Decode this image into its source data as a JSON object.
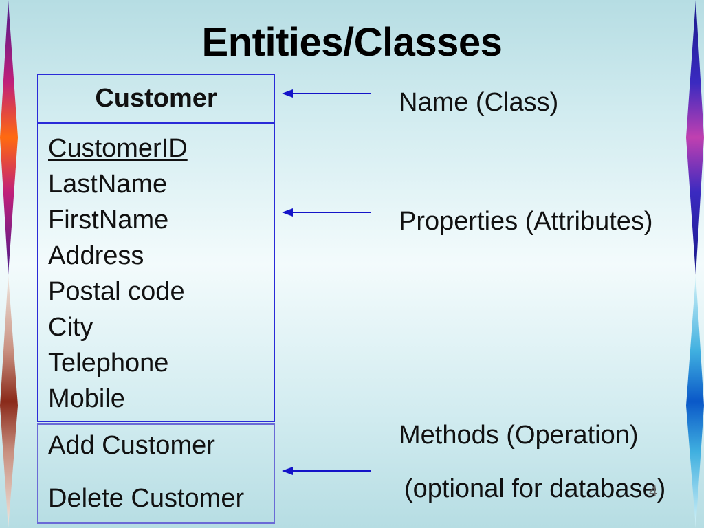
{
  "slide": {
    "title": "Entities/Classes",
    "slide_number": "4"
  },
  "class": {
    "name": "Customer",
    "attributes": [
      {
        "text": "CustomerID",
        "key": true
      },
      {
        "text": "LastName",
        "key": false
      },
      {
        "text": "FirstName",
        "key": false
      },
      {
        "text": "Address",
        "key": false
      },
      {
        "text": "Postal code",
        "key": false
      },
      {
        "text": "City",
        "key": false
      },
      {
        "text": "Telephone",
        "key": false
      },
      {
        "text": "Mobile",
        "key": false
      }
    ],
    "operations": [
      "Add Customer",
      "Delete Customer"
    ]
  },
  "annotations": {
    "name": "Name (Class)",
    "properties": "Properties (Attributes)",
    "methods": "Methods (Operation)",
    "methods_note": "(optional for database)"
  },
  "colors": {
    "box_border": "#2a2ad8",
    "arrow": "#1414c8",
    "text": "#111111"
  }
}
